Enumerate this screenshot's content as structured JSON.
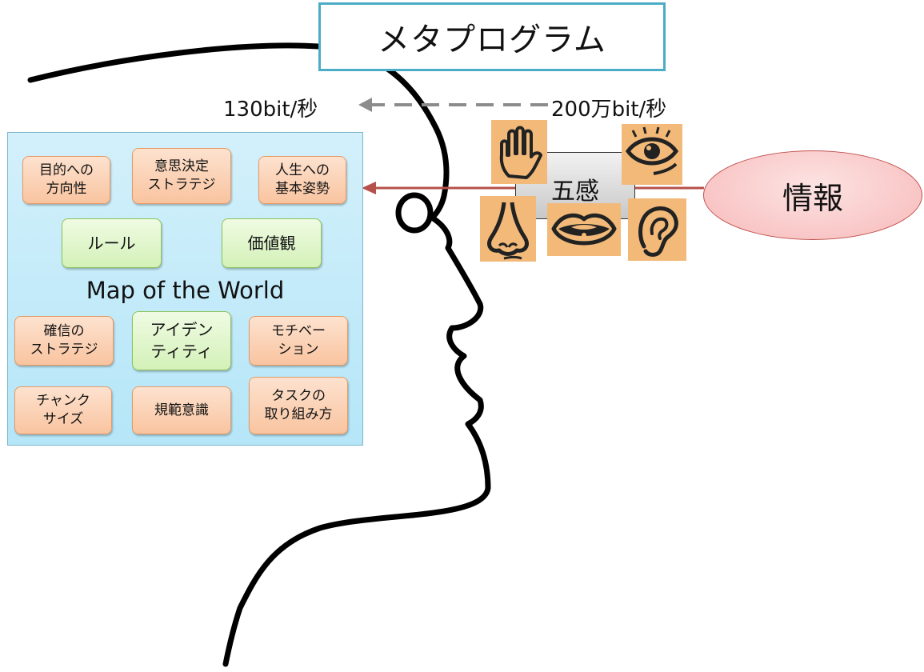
{
  "title": "メタプログラム",
  "rate_low": "130bit/秒",
  "rate_high": "200万bit/秒",
  "senses_label": "五感",
  "info_label": "情報",
  "world": {
    "title": "Map of the World",
    "items": [
      {
        "label": "目的への\n方向性",
        "style": "orange"
      },
      {
        "label": "意思決定\nストラテジ",
        "style": "orange"
      },
      {
        "label": "人生への\n基本姿勢",
        "style": "orange"
      },
      {
        "label": "ルール",
        "style": "green"
      },
      {
        "label": "価値観",
        "style": "green"
      },
      {
        "label": "確信の\nストラテジ",
        "style": "orange"
      },
      {
        "label": "アイデン\nティティ",
        "style": "green"
      },
      {
        "label": "モチベー\nション",
        "style": "orange"
      },
      {
        "label": "チャンク\nサイズ",
        "style": "orange"
      },
      {
        "label": "規範意識",
        "style": "orange"
      },
      {
        "label": "タスクの\n取り組み方",
        "style": "orange"
      }
    ]
  },
  "sense_icons": [
    "hand-icon",
    "eye-icon",
    "nose-icon",
    "mouth-icon",
    "ear-icon"
  ],
  "colors": {
    "title_border": "#4bacc6",
    "info_border": "#c0504d",
    "arrow_red": "#b5504a",
    "arrow_gray": "#8c8c8c",
    "tile": "#f2b979",
    "chip_orange": "#f9c4a0",
    "chip_green": "#d4f1b8",
    "world_bg": "#c4ebf9"
  }
}
